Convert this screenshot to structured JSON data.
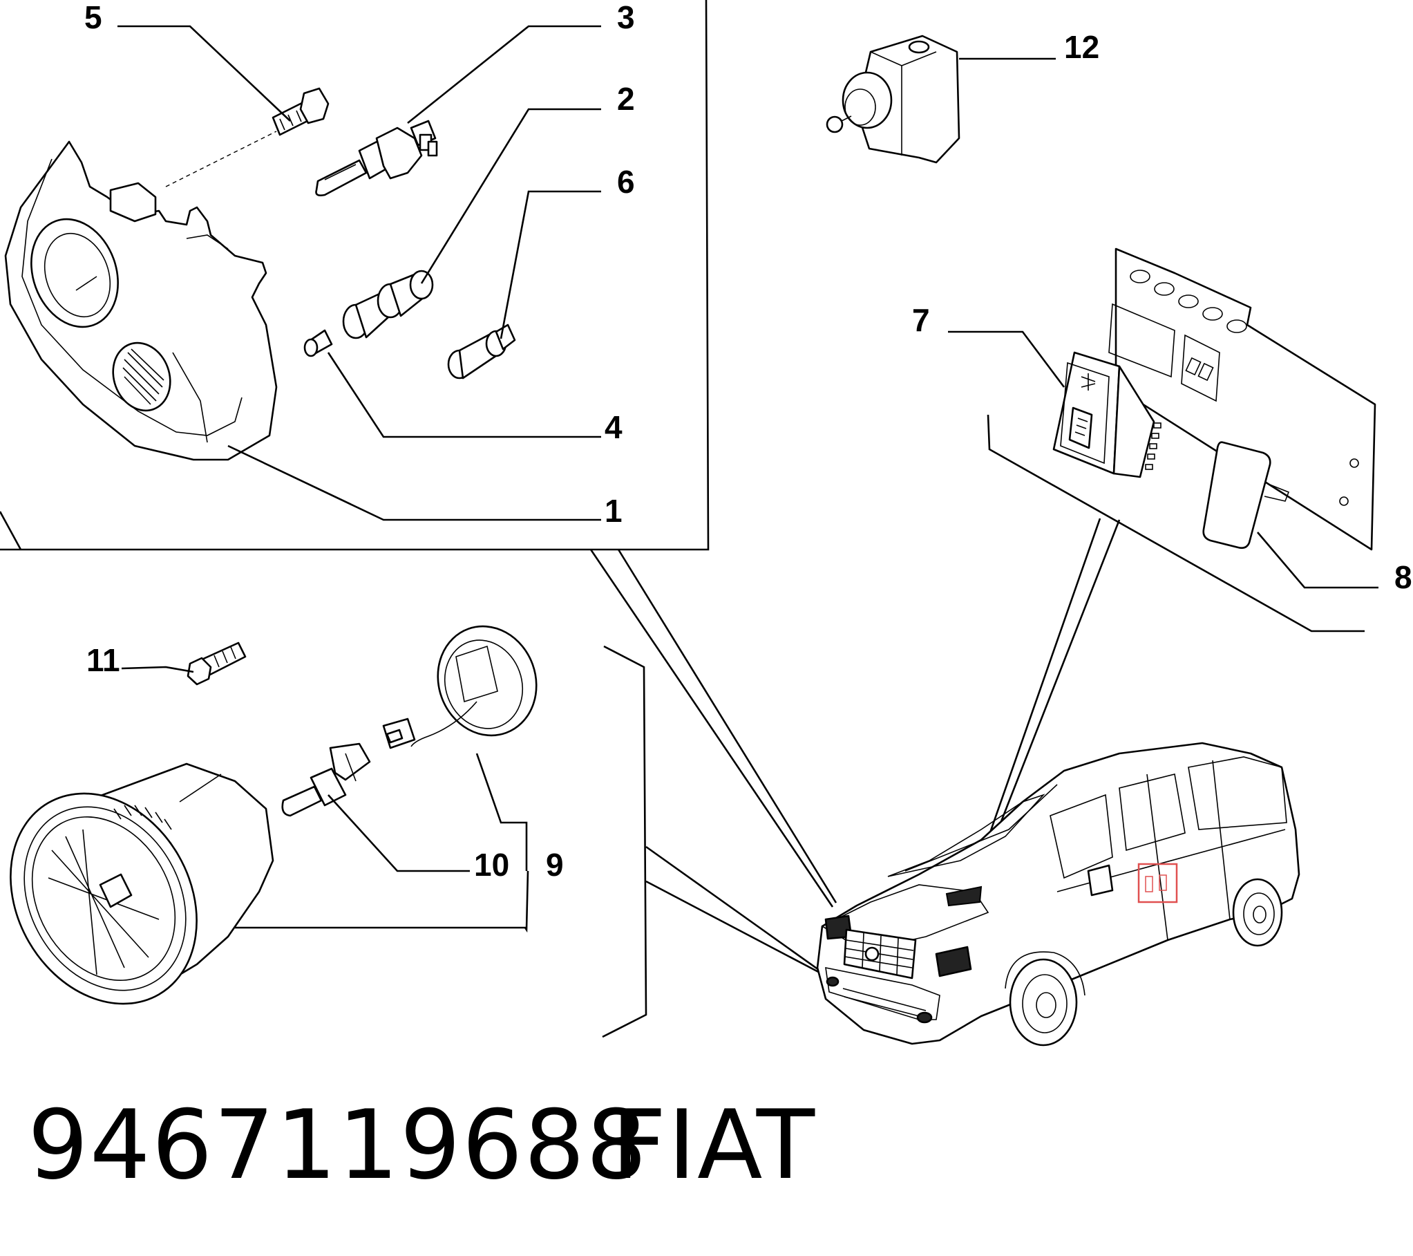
{
  "callouts": {
    "c1": "1",
    "c2": "2",
    "c3": "3",
    "c4": "4",
    "c5": "5",
    "c6": "6",
    "c7": "7",
    "c8": "8",
    "c9": "9",
    "c10": "10",
    "c11": "11",
    "c12": "12"
  },
  "footer": {
    "part_number": "9467119688",
    "brand": "FIAT"
  },
  "colors": {
    "ink": "#000000",
    "background": "#ffffff",
    "highlight": "#e05050"
  }
}
